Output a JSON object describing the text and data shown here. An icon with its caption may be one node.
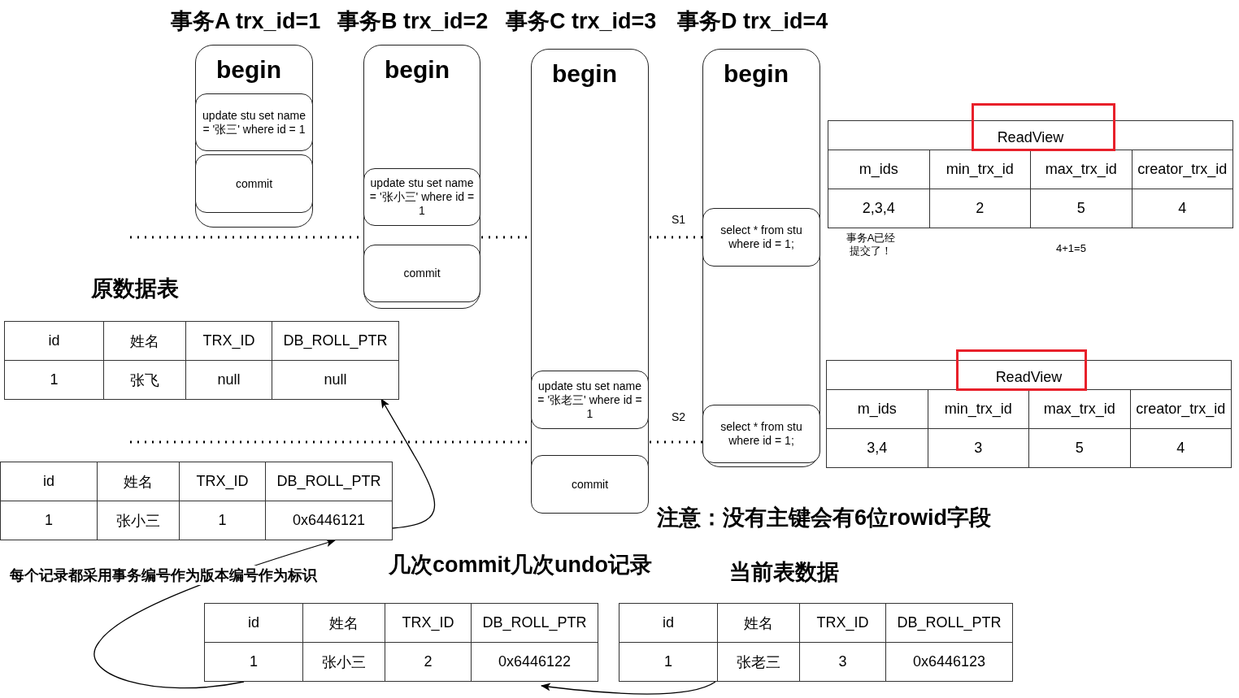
{
  "diagram": {
    "nodes": [
      {
        "text": [
          "事务A trx_id=1",
          "begin"
        ]
      },
      {
        "text": [
          "update stu set name = '张三' where id = 1"
        ],
        "in": 0
      },
      {
        "text": [
          "commit"
        ],
        "in": 0
      },
      {
        "text": [
          "事务B trx_id=2",
          "begin"
        ]
      },
      {
        "text": [
          "update stu set name = '张小三' where id = 1"
        ],
        "in": 3
      },
      {
        "text": [
          "commit"
        ],
        "in": 3
      },
      {
        "text": [
          "事务C trx_id=3",
          "begin"
        ]
      },
      {
        "text": [
          "update stu set name = '张老三' where id = 1"
        ],
        "in": 6
      },
      {
        "text": [
          "commit"
        ],
        "in": 6
      },
      {
        "text": [
          "事务D trx_id=4",
          "begin"
        ]
      },
      {
        "text": [
          "select * from stu where id = 1;"
        ],
        "in": 9
      },
      {
        "text": [
          "select * from stu where id = 1;"
        ],
        "in": 9
      },
      {
        "text": [
          "ReadView",
          "m_ids",
          "min_trx_id",
          "max_trx_id",
          "creator_trx_id",
          "2,3,4",
          "2",
          "5",
          "4"
        ]
      },
      {
        "text": [
          "ReadView",
          "m_ids",
          "min_trx_id",
          "max_trx_id",
          "creator_trx_id",
          "3,4",
          "3",
          "5",
          "4"
        ]
      },
      {
        "text": [
          "原数据表",
          "id",
          "姓名",
          "TRX_ID",
          "DB_ROLL_PTR",
          "1",
          "张飞",
          "null",
          "null"
        ]
      },
      {
        "text": [
          "id",
          "姓名",
          "TRX_ID",
          "DB_ROLL_PTR",
          "1",
          "张小三",
          "1",
          "0x6446121"
        ]
      },
      {
        "text": [
          "id",
          "姓名",
          "TRX_ID",
          "DB_ROLL_PTR",
          "1",
          "张小三",
          "2",
          "0x6446122"
        ]
      },
      {
        "text": [
          "当前表数据",
          "id",
          "姓名",
          "TRX_ID",
          "DB_ROLL_PTR",
          "1",
          "张老三",
          "3",
          "0x6446123"
        ]
      }
    ],
    "edges": [
      {
        "from": 15,
        "to": 14,
        "arrow": "to"
      },
      {
        "from": 16,
        "to": 15,
        "arrow": "to"
      },
      {
        "from": 17,
        "to": 16,
        "arrow": "to"
      }
    ],
    "labels": [
      "S1",
      "S2",
      "事务A已经提交了！",
      "4+1=5",
      "注意：没有主键会有6位rowid字段",
      "几次commit几次undo记录",
      "每个记录都采用事务编号作为版本编号作为标识"
    ]
  }
}
